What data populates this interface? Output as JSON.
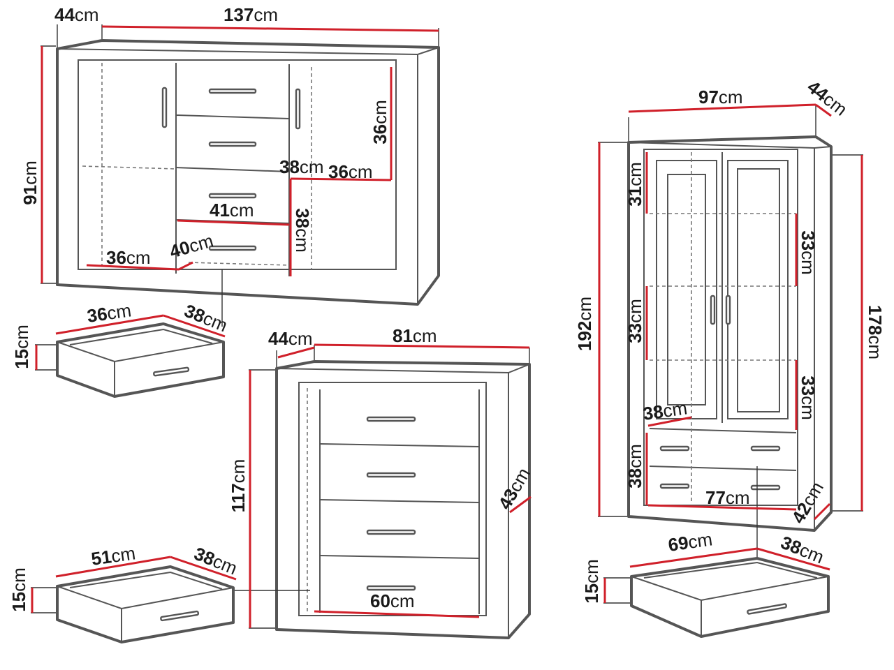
{
  "unit": "cm",
  "sideboard": {
    "depth": "44",
    "width": "137",
    "height": "91",
    "shelf_height": "36",
    "shelf_depth": "38",
    "shelf_width": "36",
    "drawer_width": "41",
    "drawer_height": "38",
    "base_depth": "36",
    "base_width": "40"
  },
  "sideboard_drawer": {
    "width": "36",
    "depth": "38",
    "height": "15"
  },
  "chest": {
    "depth": "44",
    "width": "81",
    "height": "117",
    "inner_width": "60",
    "inner_depth": "43"
  },
  "chest_drawer": {
    "width": "51",
    "depth": "38",
    "height": "15"
  },
  "vitrine": {
    "width": "97",
    "depth": "44",
    "height": "192",
    "inner_height": "178",
    "shelf_top": "31",
    "shelf_right_1": "33",
    "shelf_left": "33",
    "shelf_right_2": "33",
    "drawer_depth": "38",
    "drawer_height": "38",
    "inner_width": "77",
    "inner_depth": "42"
  },
  "vitrine_drawer": {
    "width": "69",
    "depth": "38",
    "height": "15"
  }
}
